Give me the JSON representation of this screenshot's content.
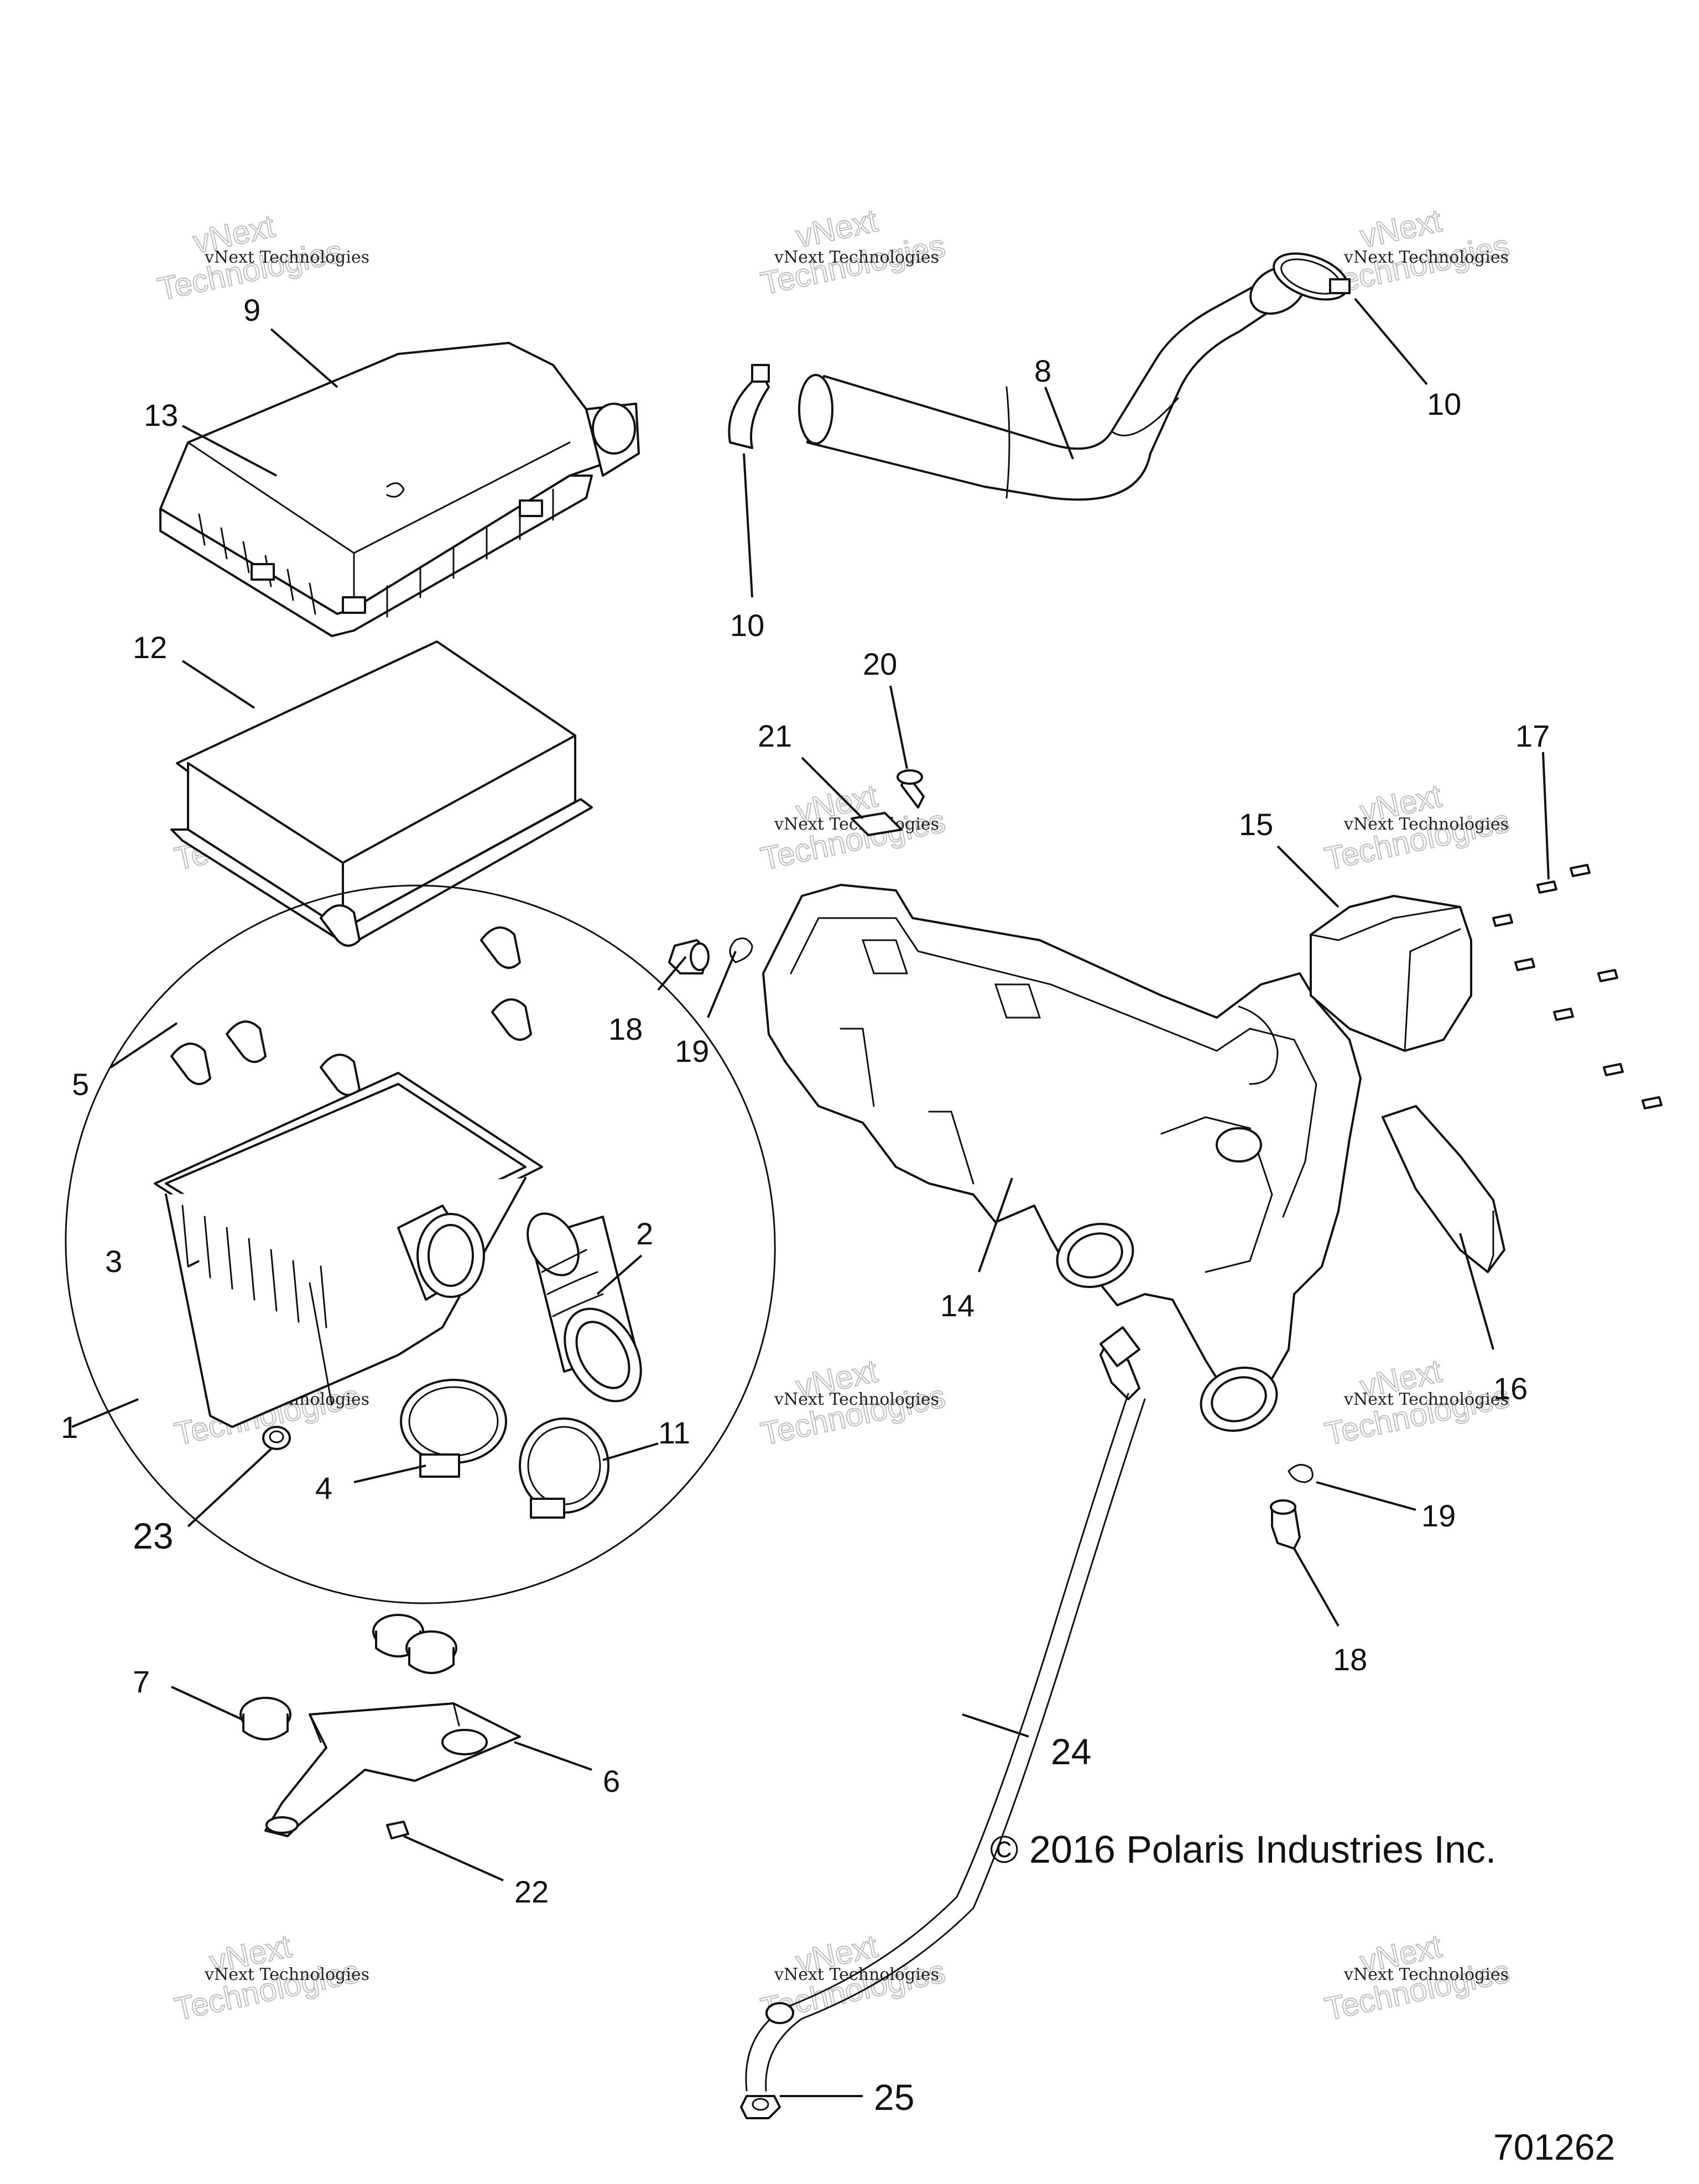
{
  "copyright": "© 2016 Polaris Industries Inc.",
  "drawing_number": "701262",
  "watermark": {
    "line1": "vNext Technologies",
    "line2": "vNext",
    "line3": "Technologies"
  },
  "callouts": {
    "c1": "1",
    "c2": "2",
    "c3": "3",
    "c4": "4",
    "c5": "5",
    "c6": "6",
    "c7": "7",
    "c8": "8",
    "c9": "9",
    "c10a": "10",
    "c10b": "10",
    "c11": "11",
    "c12": "12",
    "c13": "13",
    "c14": "14",
    "c15": "15",
    "c16": "16",
    "c17": "17",
    "c18a": "18",
    "c18b": "18",
    "c19a": "19",
    "c19b": "19",
    "c20": "20",
    "c21": "21",
    "c22": "22",
    "c23": "23",
    "c24": "24",
    "c25": "25"
  }
}
